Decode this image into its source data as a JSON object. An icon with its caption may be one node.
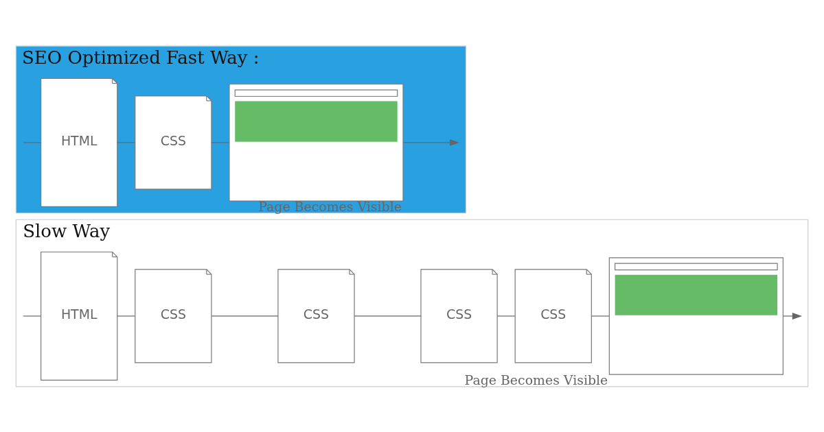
{
  "diagram": {
    "nodes": [
      {
        "text": [
          "Slow Way"
        ]
      },
      {
        "text": [
          "HTML"
        ],
        "in": 0
      },
      {
        "text": [
          "CSS"
        ],
        "in": 0
      },
      {
        "text": [
          "CSS"
        ],
        "in": 0
      },
      {
        "text": [
          "CSS"
        ],
        "in": 0
      },
      {
        "text": [
          "CSS"
        ],
        "in": 0
      },
      {
        "text": [],
        "shape": "box",
        "in": 0,
        "beside": [
          "Page Becomes Visible"
        ]
      },
      {
        "text": [
          "SEO Optimized Fast Way :"
        ]
      },
      {
        "text": [
          "HTML"
        ],
        "in": 7
      },
      {
        "text": [
          "CSS"
        ],
        "in": 7
      },
      {
        "text": [],
        "shape": "box",
        "in": 7,
        "beside": [
          "Page Becomes Visible"
        ]
      }
    ],
    "edges": [
      {
        "from": null,
        "to": 1,
        "arrow": "none"
      },
      {
        "from": 1,
        "to": 2,
        "arrow": "none"
      },
      {
        "from": 2,
        "to": 3,
        "arrow": "none"
      },
      {
        "from": 3,
        "to": 4,
        "arrow": "none"
      },
      {
        "from": 4,
        "to": 5,
        "arrow": "none"
      },
      {
        "from": 5,
        "to": 6,
        "arrow": "none"
      },
      {
        "from": 6,
        "to": null,
        "arrow": "to"
      },
      {
        "from": null,
        "to": 8,
        "arrow": "none"
      },
      {
        "from": 8,
        "to": 9,
        "arrow": "none"
      },
      {
        "from": 9,
        "to": 10,
        "arrow": "none"
      },
      {
        "from": 10,
        "to": null,
        "arrow": "to"
      }
    ]
  }
}
